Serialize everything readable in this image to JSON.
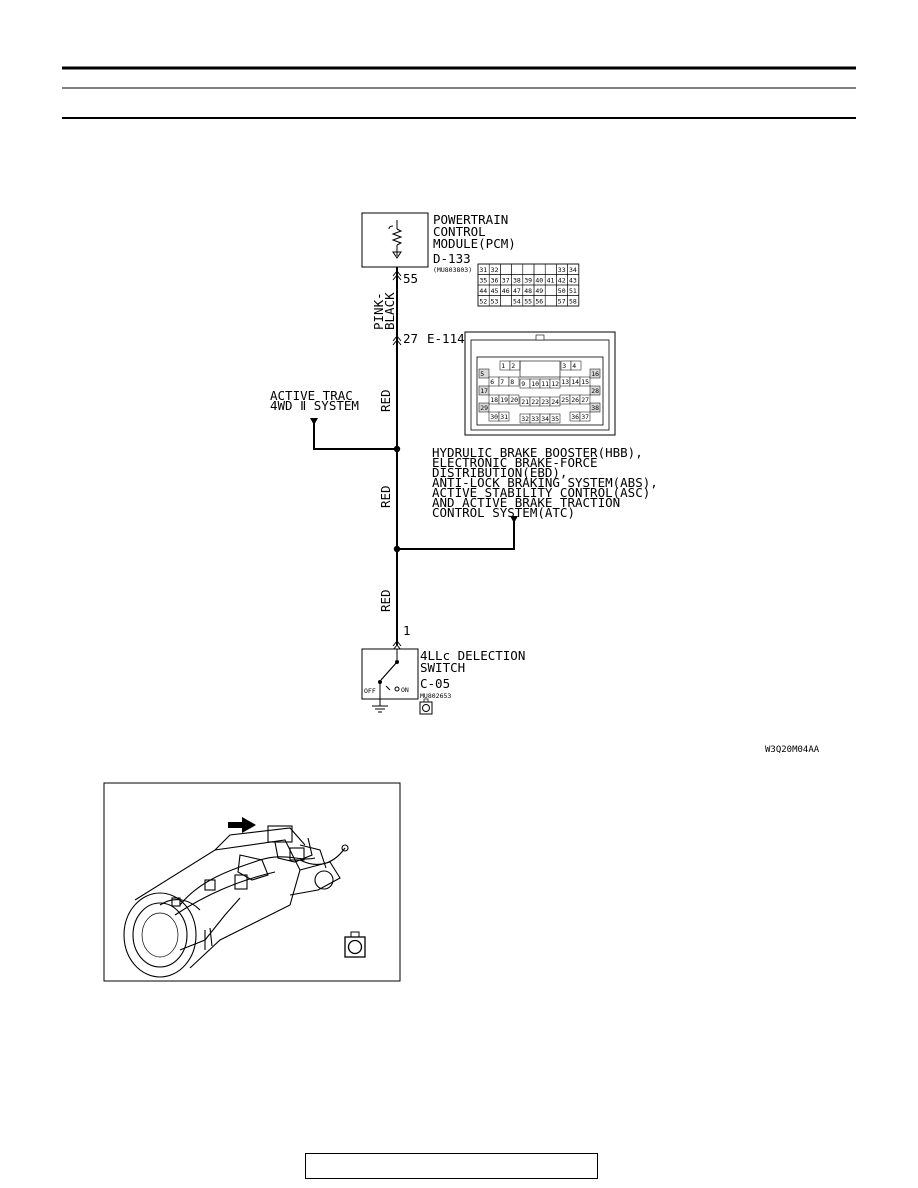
{
  "pcm": {
    "name_lines": [
      "POWERTRAIN",
      "CONTROL",
      "MODULE(PCM)"
    ],
    "connector": "D-133",
    "part_no": "(MU803803)",
    "pin": "55",
    "grid": [
      [
        "31",
        "32",
        "",
        "",
        "",
        "",
        "",
        "33",
        "34"
      ],
      [
        "35",
        "36",
        "37",
        "38",
        "39",
        "40",
        "41",
        "42",
        "43"
      ],
      [
        "44",
        "45",
        "46",
        "47",
        "48",
        "49",
        "",
        "50",
        "51"
      ],
      [
        "52",
        "53",
        "",
        "54",
        "55",
        "56",
        "",
        "57",
        "58"
      ]
    ]
  },
  "wires": {
    "top": [
      "PINK-",
      "BLACK"
    ],
    "seg1": "RED",
    "seg2": "RED",
    "seg3": "RED"
  },
  "junction": {
    "pin": "27",
    "connector": "E-114",
    "pins": [
      "1",
      "2",
      "3",
      "4",
      "5",
      "6",
      "7",
      "8",
      "9",
      "10",
      "11",
      "12",
      "13",
      "14",
      "15",
      "16",
      "17",
      "18",
      "19",
      "20",
      "21",
      "22",
      "23",
      "24",
      "25",
      "26",
      "27",
      "28",
      "29",
      "30",
      "31",
      "32",
      "33",
      "34",
      "35",
      "36",
      "37",
      "38"
    ]
  },
  "active_trac": [
    "ACTIVE TRAC",
    "4WD Ⅱ SYSTEM"
  ],
  "hbb": [
    "HYDRULIC BRAKE BOOSTER(HBB),",
    "ELECTRONIC BRAKE-FORCE",
    "DISTRIBUTION(EBD),",
    "ANTI-LOCK BRAKING SYSTEM(ABS),",
    "ACTIVE STABILITY CONTROL(ASC)",
    "AND ACTIVE BRAKE TRACTION",
    "CONTROL SYSTEM(ATC)"
  ],
  "switch": {
    "pin": "1",
    "name_lines": [
      "4LLc DELECTION",
      "SWITCH"
    ],
    "connector": "C-05",
    "part_no": "MU802653",
    "off": "OFF",
    "on": "ON"
  },
  "figure_code": "W3Q20M04AA"
}
